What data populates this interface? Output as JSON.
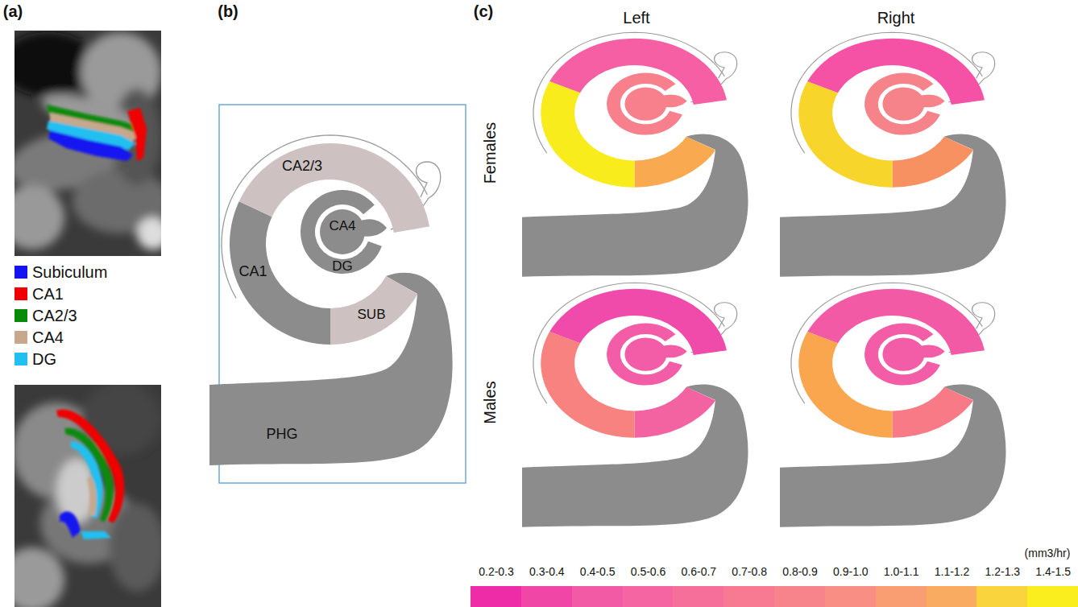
{
  "diagram": {
    "labels": [
      "(a)",
      "(b)",
      "(c)",
      "CA2/3",
      "CA1",
      "CA4",
      "DG",
      "SUB",
      "PHG",
      "Left",
      "Right",
      "Females",
      "Males",
      "(mm3/hr)"
    ],
    "legend": [
      {
        "text": "Subiculum",
        "color": "#1414f0"
      },
      {
        "text": "CA1",
        "color": "#f00000"
      },
      {
        "text": "CA2/3",
        "color": "#0a8a0a"
      },
      {
        "text": "CA4",
        "color": "#c8a88c"
      },
      {
        "text": "DG",
        "color": "#22c0f0"
      },
      {
        "text": "0.2-0.3",
        "color": "#ee2ca8"
      },
      {
        "text": "0.3-0.4",
        "color": "#f046a6"
      },
      {
        "text": "0.4-0.5",
        "color": "#f25aa5"
      },
      {
        "text": "0.5-0.6",
        "color": "#f465a1"
      },
      {
        "text": "0.6-0.7",
        "color": "#f66f9a"
      },
      {
        "text": "0.7-0.8",
        "color": "#f77a92"
      },
      {
        "text": "0.8-0.9",
        "color": "#f7848b"
      },
      {
        "text": "0.9-1.0",
        "color": "#f88e84"
      },
      {
        "text": "1.0-1.1",
        "color": "#f99e73"
      },
      {
        "text": "1.1-1.2",
        "color": "#f9ab62"
      },
      {
        "text": "1.2-1.3",
        "color": "#f9d43c"
      },
      {
        "text": "1.4-1.5",
        "color": "#fbee1f"
      }
    ]
  }
}
